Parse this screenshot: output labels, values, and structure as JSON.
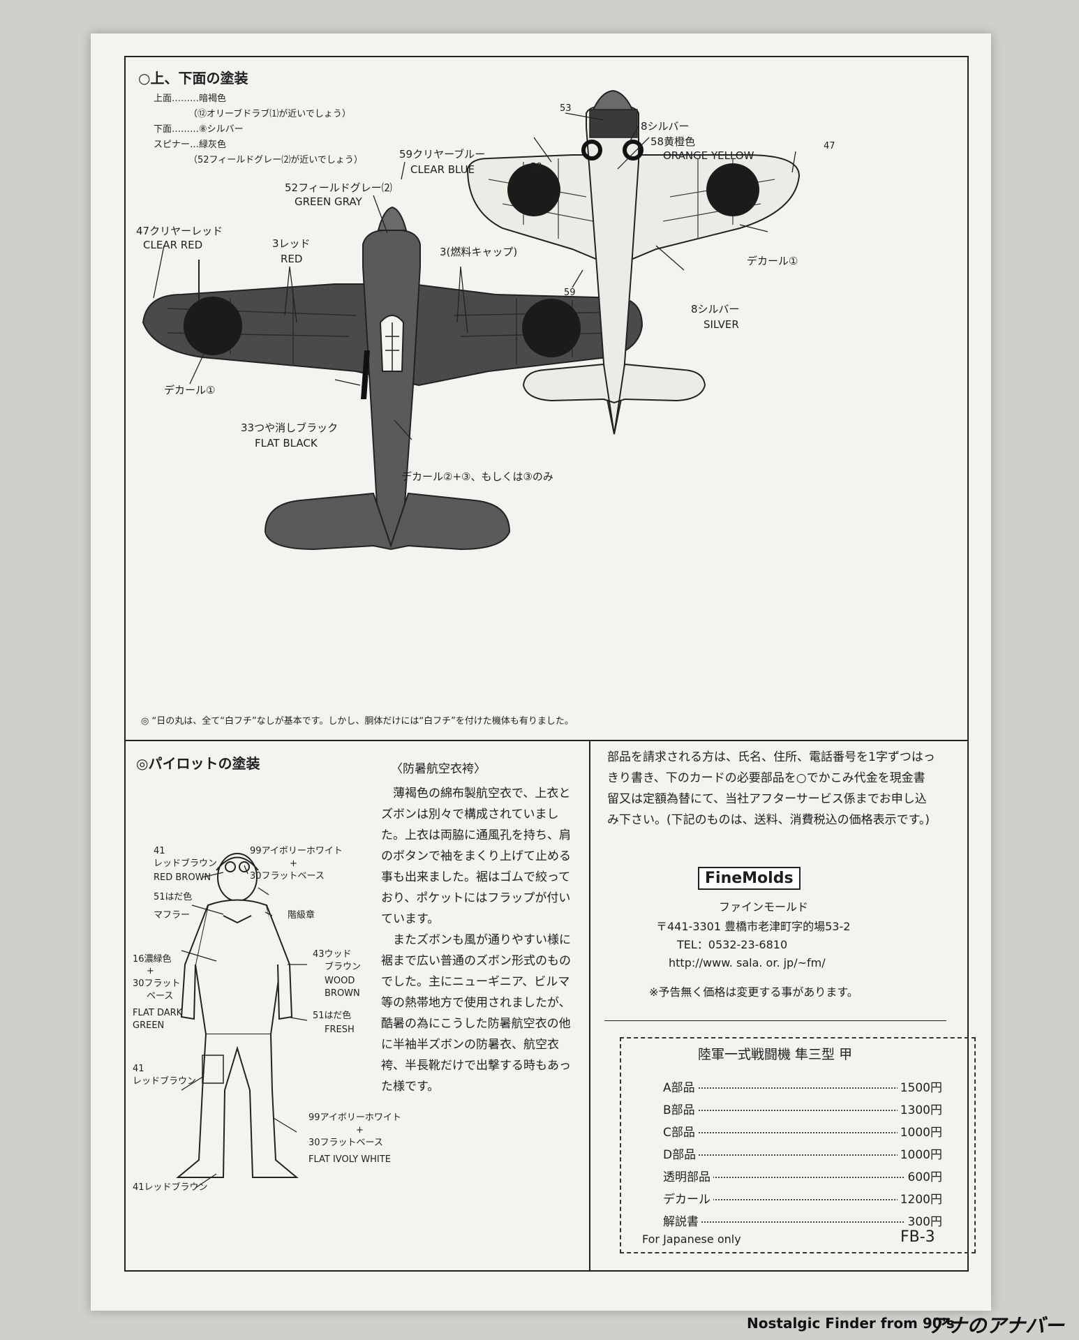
{
  "paint_section": {
    "title": "○上、下面の塗装",
    "legend": [
      "上面………暗褐色",
      "（⑫オリーブドラブ⑴が近いでしょう）",
      "下面………⑧シルバー",
      "スピナー…緑灰色",
      "（52フィールドグレー⑵が近いでしょう）"
    ],
    "top_view_callouts": {
      "green_gray_jp": "52フィールドグレー⑵",
      "green_gray_en": "GREEN GRAY",
      "clear_red_jp": "47クリヤーレッド",
      "clear_red_en": "CLEAR RED",
      "red_jp": "3レッド",
      "red_en": "RED",
      "fuel_cap_jp": "3(燃料キャップ)",
      "decal1": "デカール①",
      "flat_black_jp": "33つや消しブラック",
      "flat_black_en": "FLAT BLACK",
      "decal23": "デカール②+③、もしくは③のみ"
    },
    "bottom_view_callouts": {
      "n53": "53",
      "silver_jp_top": "8シルバー",
      "orange_jp": "58黄橙色",
      "orange_en": "ORANGE YELLOW",
      "n47": "47",
      "clear_blue_jp": "59クリヤーブルー",
      "clear_blue_en": "CLEAR BLUE",
      "n58": "58",
      "n59": "59",
      "decal1": "デカール①",
      "silver_jp": "8シルバー",
      "silver_en": "SILVER"
    },
    "note": "◎ “日の丸は、全て“白フチ”なしが基本です。しかし、胴体だけには“白フチ”を付けた機体も有りました。"
  },
  "pilot_section": {
    "title": "◎パイロットの塗装",
    "callouts": {
      "red_brown_num": "41",
      "red_brown_jp": "レッドブラウン",
      "red_brown_en": "RED BROWN",
      "ivory_jp": "99アイボリーホワイト",
      "plus1": "+",
      "flat_base_jp": "30フラットベース",
      "skin_jp": "51はだ色",
      "muffler": "マフラー",
      "rank": "階級章",
      "green_num": "16濃緑色",
      "plus2": "+",
      "flat_base2_jp": "30フラット",
      "flat_base2_jp_b": "ベース",
      "flat_dark_green_en": "FLAT DARK",
      "flat_dark_green_en_b": "GREEN",
      "wood_brown_jp": "43ウッド",
      "wood_brown_jp_b": "ブラウン",
      "wood_brown_en": "WOOD",
      "wood_brown_en_b": "BROWN",
      "fresh_jp": "51はだ色",
      "fresh_en": "FRESH",
      "red_brown2_num": "41",
      "red_brown2_jp": "レッドブラウン",
      "ivory2_jp": "99アイボリーホワイト",
      "plus3": "+",
      "flat_base3_jp": "30フラットベース",
      "flat_ivory_en": "FLAT IVOLY WHITE",
      "red_brown3": "41レッドブラウン"
    },
    "clothing_title": "〈防暑航空衣袴〉",
    "clothing_text": "　薄褐色の綿布製航空衣で、上衣とズボンは別々で構成されていました。上衣は両脇に通風孔を持ち、肩のボタンで袖をまくり上げて止める事も出来ました。裾はゴムで絞っており、ポケットにはフラップが付いています。\n　またズボンも風が通りやすい様に裾まで広い普通のズボン形式のものでした。主にニューギニア、ビルマ等の熱帯地方で使用されましたが、酷暑の為にこうした防暑航空衣の他に半袖半ズボンの防暑衣、航空衣袴、半長靴だけで出撃する時もあった様です。"
  },
  "order_section": {
    "text": "部品を請求される方は、氏名、住所、電話番号を1字ずつはっきり書き、下のカードの必要部品を○でかこみ代金を現金書留又は定額為替にて、当社アフターサービス係までお申し込み下さい。(下記のものは、送料、消費税込の価格表示です。)",
    "logo": "FineMolds",
    "company": "ファインモールド",
    "address": "〒441-3301 豊橋市老津町字的場53-2",
    "tel": "TEL：0532-23-6810",
    "url": "http://www. sala. or. jp/~fm/",
    "notice": "※予告無く価格は変更する事があります。"
  },
  "price_card": {
    "title": "陸軍一式戦闘機 隼三型 甲",
    "rows": [
      {
        "label": "A部品",
        "price": "1500円"
      },
      {
        "label": "B部品",
        "price": "1300円"
      },
      {
        "label": "C部品",
        "price": "1000円"
      },
      {
        "label": "D部品",
        "price": "1000円"
      },
      {
        "label": "透明部品",
        "price": "600円"
      },
      {
        "label": "デカール",
        "price": "1200円"
      },
      {
        "label": "解説書",
        "price": "300円"
      }
    ],
    "footer_note": "For Japanese only",
    "code": "FB-3"
  },
  "watermark": {
    "text": "Nostalgic Finder from 90's",
    "brand": "アナのアナバー"
  }
}
